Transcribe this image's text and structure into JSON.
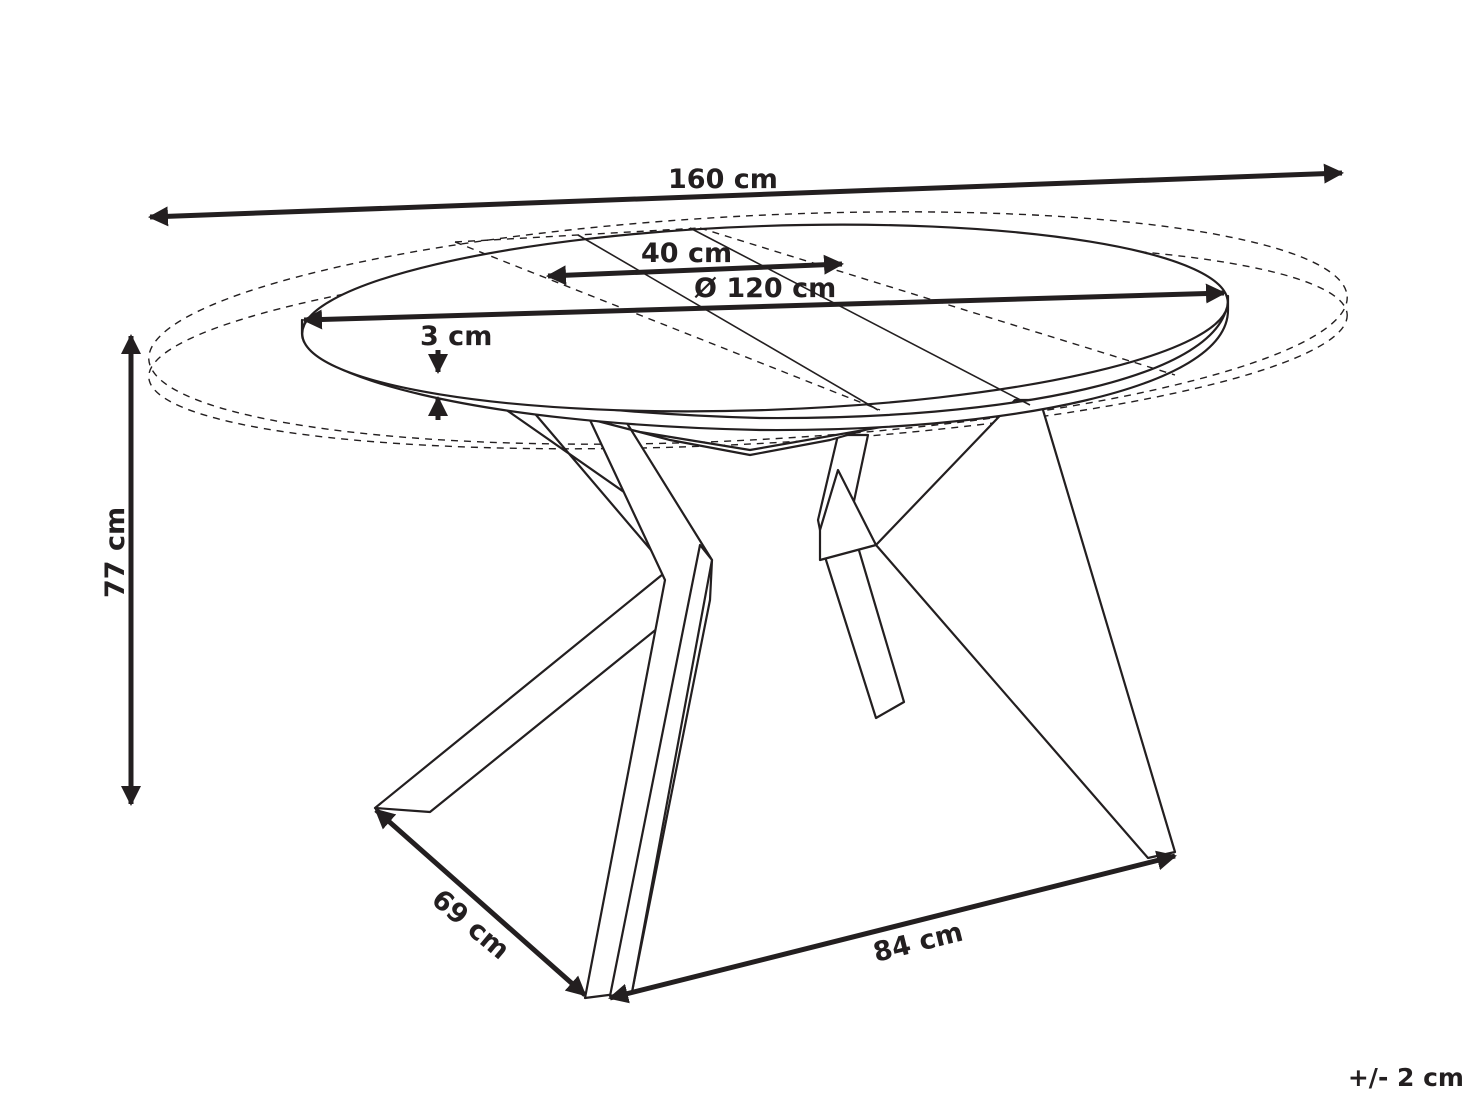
{
  "dimensions": {
    "extended_length": "160 cm",
    "extension_leaf": "40 cm",
    "diameter": "Ø 120 cm",
    "top_thickness": "3 cm",
    "height": "77 cm",
    "base_depth": "69 cm",
    "base_width": "84 cm"
  },
  "tolerance": "+/- 2 cm",
  "colors": {
    "line": "#231f20",
    "background": "#ffffff"
  }
}
